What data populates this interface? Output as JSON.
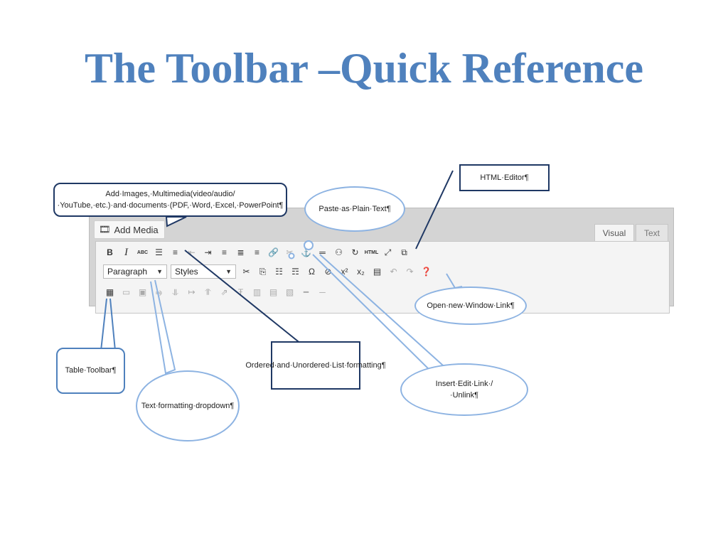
{
  "slide": {
    "title": "The Toolbar –Quick Reference"
  },
  "editor": {
    "add_media_label": "Add Media",
    "tabs": {
      "visual": "Visual",
      "text": "Text"
    },
    "format_select": "Paragraph",
    "styles_select": "Styles"
  },
  "toolbar_row1": [
    {
      "name": "bold-icon",
      "glyph": "B"
    },
    {
      "name": "italic-icon",
      "glyph": "I"
    },
    {
      "name": "strikethrough-icon",
      "glyph": "ABC"
    },
    {
      "name": "unordered-list-icon",
      "glyph": "☰"
    },
    {
      "name": "ordered-list-icon",
      "glyph": "≡"
    },
    {
      "name": "outdent-icon",
      "glyph": "⇤"
    },
    {
      "name": "indent-icon",
      "glyph": "⇥"
    },
    {
      "name": "align-left-icon",
      "glyph": "≡"
    },
    {
      "name": "align-center-icon",
      "glyph": "≣"
    },
    {
      "name": "align-right-icon",
      "glyph": "≡"
    },
    {
      "name": "insert-link-icon",
      "glyph": "🔗"
    },
    {
      "name": "unlink-icon",
      "glyph": "✂"
    },
    {
      "name": "anchor-icon",
      "glyph": "⚓"
    },
    {
      "name": "read-more-icon",
      "glyph": "═"
    },
    {
      "name": "find-replace-icon",
      "glyph": "⚇"
    },
    {
      "name": "spellcheck-icon",
      "glyph": "↻"
    },
    {
      "name": "html-icon",
      "glyph": "HTML"
    },
    {
      "name": "fullscreen-icon",
      "glyph": "⤢"
    },
    {
      "name": "new-window-link-icon",
      "glyph": "⧉"
    }
  ],
  "toolbar_row2_icons": [
    {
      "name": "cut-icon",
      "glyph": "✂"
    },
    {
      "name": "copy-icon",
      "glyph": "⎘"
    },
    {
      "name": "paste-text-icon",
      "glyph": "☷"
    },
    {
      "name": "paste-word-icon",
      "glyph": "☶"
    },
    {
      "name": "special-character-icon",
      "glyph": "Ω"
    },
    {
      "name": "remove-format-icon",
      "glyph": "⊘"
    },
    {
      "name": "superscript-icon",
      "glyph": "x²"
    },
    {
      "name": "subscript-icon",
      "glyph": "x₂"
    },
    {
      "name": "media-icon",
      "glyph": "▤"
    },
    {
      "name": "undo-icon",
      "glyph": "↶"
    },
    {
      "name": "redo-icon",
      "glyph": "↷"
    },
    {
      "name": "help-icon",
      "glyph": "❓"
    }
  ],
  "toolbar_row3": [
    {
      "name": "table-icon",
      "glyph": "▦"
    },
    {
      "name": "row-properties-icon",
      "glyph": "▭"
    },
    {
      "name": "cell-properties-icon",
      "glyph": "▣"
    },
    {
      "name": "insert-row-before-icon",
      "glyph": "⥤"
    },
    {
      "name": "insert-row-after-icon",
      "glyph": "⥥"
    },
    {
      "name": "delete-row-icon",
      "glyph": "↦"
    },
    {
      "name": "insert-col-before-icon",
      "glyph": "⥣"
    },
    {
      "name": "insert-col-after-icon",
      "glyph": "⇗"
    },
    {
      "name": "delete-col-icon",
      "glyph": "Ŧ"
    },
    {
      "name": "split-cells-icon",
      "glyph": "▥"
    },
    {
      "name": "merge-cells-icon",
      "glyph": "▤"
    },
    {
      "name": "delete-table-icon",
      "glyph": "▧"
    },
    {
      "name": "horizontal-rule-icon",
      "glyph": "━"
    },
    {
      "name": "more-icon",
      "glyph": "─"
    }
  ],
  "callouts": {
    "add_media": "Add·Images,·Multimedia(video/audio/·YouTube,·etc.)·and·documents·(PDF,·Word,·Excel,·PowerPoint¶",
    "paste_plain": "Paste·as·Plain·Text¶",
    "html_editor": "HTML·Editor¶",
    "new_window": "Open·new·Window·Link¶",
    "lists": "Ordered·and·Unordered·List·formatting¶",
    "link": "Insert·Edit·Link·/·Unlink¶",
    "table": "Table·Toolbar¶",
    "text_format": "Text·formatting·dropdown¶"
  },
  "colors": {
    "title": "#4f81bd",
    "callout_dark": "#1f3864",
    "callout_light": "#8db3e2"
  }
}
